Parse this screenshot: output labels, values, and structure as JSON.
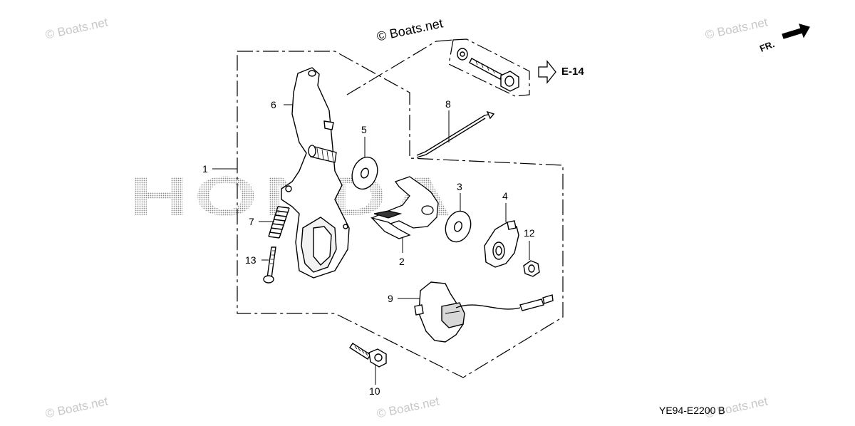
{
  "watermarks": {
    "top_left": "© Boats.net",
    "top_center": "© Boats.net",
    "top_right": "© Boats.net",
    "bottom_left": "© Boats.net",
    "bottom_center": "© Boats.net",
    "bottom_right": "© Boats.net"
  },
  "background_logo_text": "HONDA",
  "reference": {
    "label": "E-14"
  },
  "direction": {
    "label": "FR."
  },
  "diagram_code": "YE94-E2200 B",
  "callouts": {
    "c1": "1",
    "c2": "2",
    "c3": "3",
    "c4": "4",
    "c5": "5",
    "c6": "6",
    "c7": "7",
    "c8": "8",
    "c9": "9",
    "c10": "10",
    "c12": "12",
    "c13": "13"
  }
}
